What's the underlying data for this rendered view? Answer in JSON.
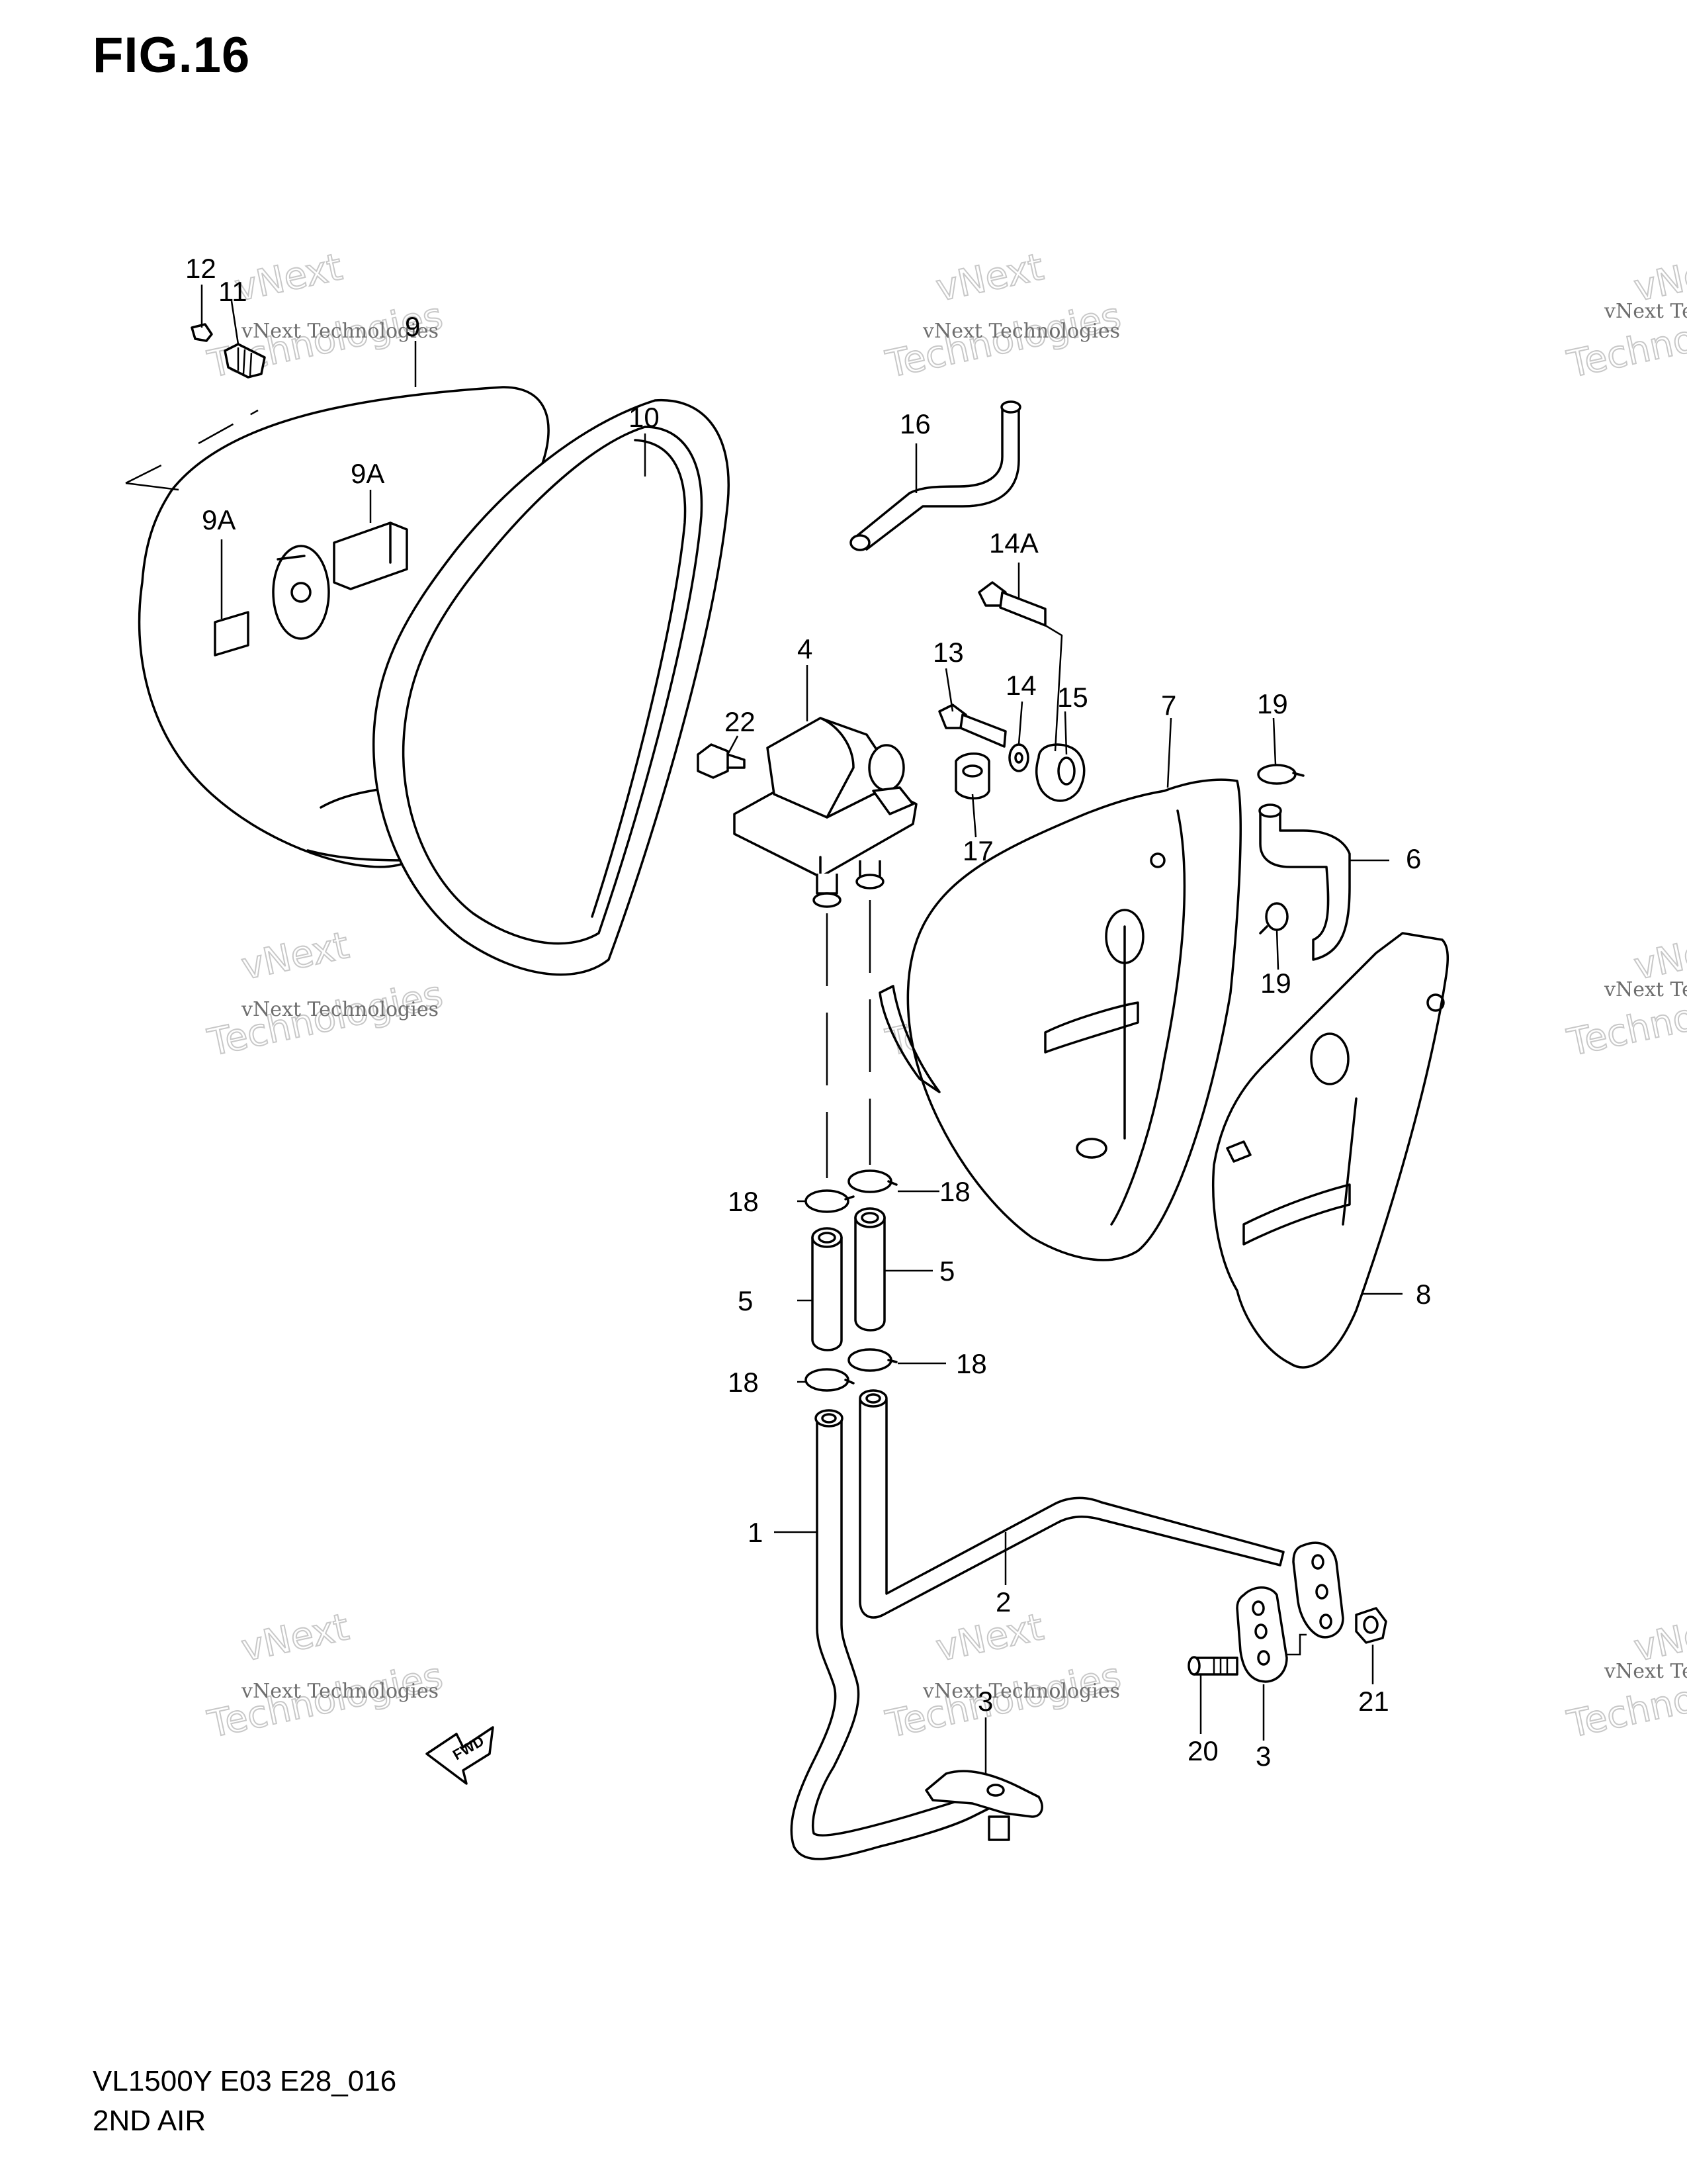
{
  "header": {
    "figure_title": "FIG.16"
  },
  "footer": {
    "model_code": "VL1500Y E03 E28_016",
    "section_name": "2ND AIR"
  },
  "watermark": {
    "line1": "vNext Technologies",
    "line2": "Technologies",
    "line3": "vNext"
  },
  "fwd_arrow": {
    "label": "FWD"
  },
  "callouts": {
    "p1": "1",
    "p2": "2",
    "p3a": "3",
    "p3b": "3",
    "p4": "4",
    "p5a": "5",
    "p5b": "5",
    "p6": "6",
    "p7": "7",
    "p8": "8",
    "p9": "9",
    "p9a1": "9A",
    "p9a2": "9A",
    "p10": "10",
    "p11": "11",
    "p12": "12",
    "p13": "13",
    "p14": "14",
    "p14a": "14A",
    "p15": "15",
    "p16": "16",
    "p17": "17",
    "p18a": "18",
    "p18b": "18",
    "p18c": "18",
    "p18d": "18",
    "p19a": "19",
    "p19b": "19",
    "p20": "20",
    "p21": "21",
    "p22": "22"
  }
}
